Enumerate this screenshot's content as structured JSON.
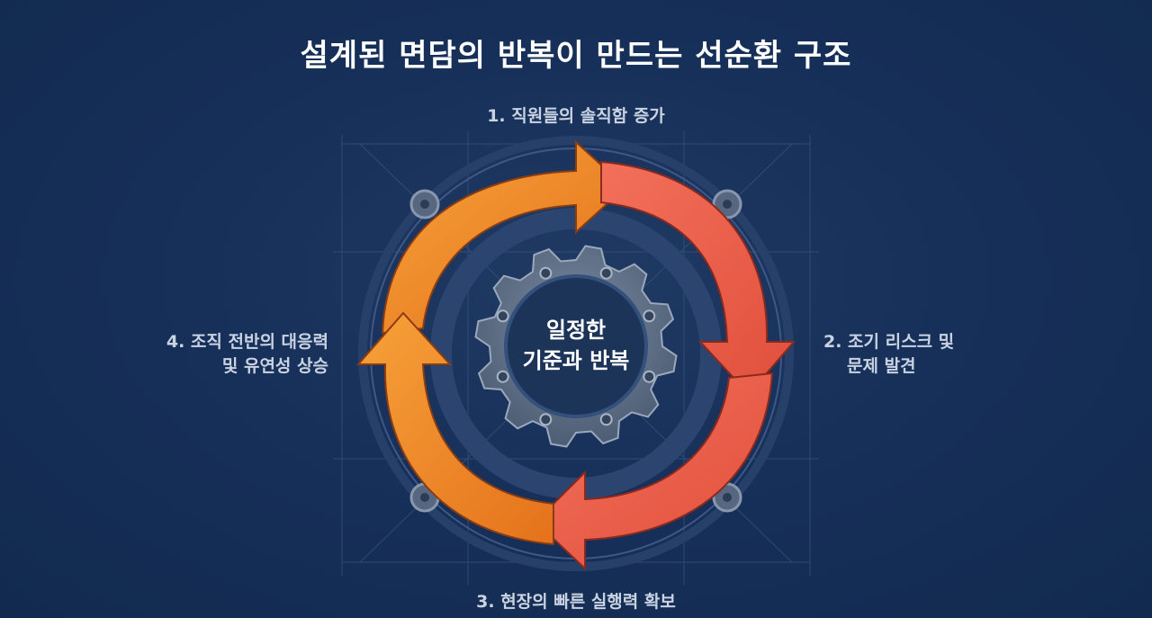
{
  "title": "설계된 면담의 반복이 만드는 선순환 구조",
  "center": {
    "line1": "일정한",
    "line2": "기준과 반복"
  },
  "steps": [
    {
      "line1": "1. 직원들의 솔직함 증가",
      "line2": ""
    },
    {
      "line1": "2. 조기 리스크 및",
      "line2": "문제 발견"
    },
    {
      "line1": "3. 현장의 빠른 실행력 확보",
      "line2": ""
    },
    {
      "line1": "4. 조직 전반의 대응력",
      "line2": "및 유연성 상승"
    }
  ],
  "icons": {
    "gear": "gear-icon",
    "bolt": "bolt-icon"
  },
  "colors": {
    "background": "#17305a",
    "arrow_orange": "#f08a25",
    "arrow_red": "#f0604a",
    "gear": "#5e6f86",
    "ring": "#2a4066"
  }
}
